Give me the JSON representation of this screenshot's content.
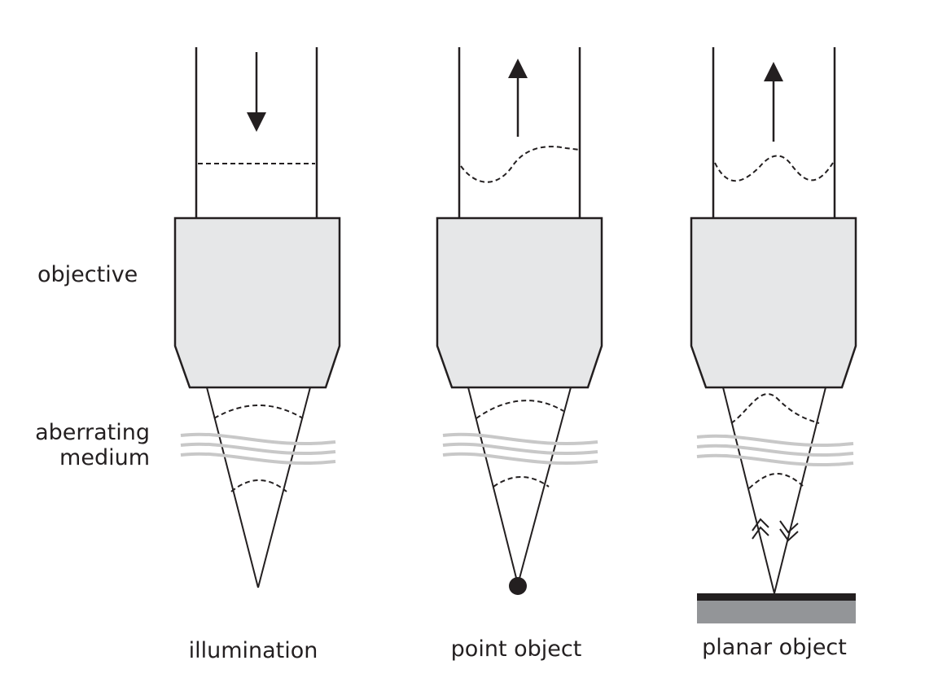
{
  "labels": {
    "objective": "objective",
    "aberrating_line1": "aberrating",
    "aberrating_line2": "medium",
    "illumination": "illumination",
    "point_object": "point object",
    "planar_object": "planar object"
  },
  "colors": {
    "ink": "#231f20",
    "objective_fill": "#e6e7e8",
    "medium_lines": "#c8c8c8",
    "surface_dark": "#231f20",
    "surface_gray": "#939598"
  },
  "panels": [
    {
      "name": "illumination",
      "beam_direction": "down",
      "wavefront": "flat"
    },
    {
      "name": "point-object",
      "beam_direction": "up",
      "wavefront": "aberrated"
    },
    {
      "name": "planar-object",
      "beam_direction": "up",
      "wavefront": "double-aberrated"
    }
  ]
}
